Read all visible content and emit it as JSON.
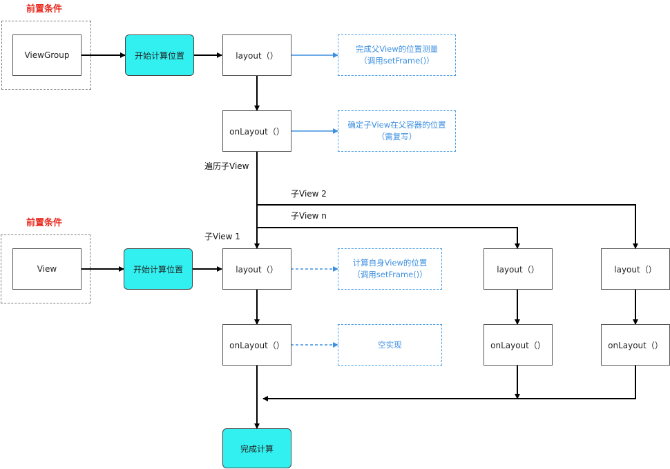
{
  "precondition_top": "前置条件",
  "precondition_bottom": "前置条件",
  "viewgroup": "ViewGroup",
  "view": "View",
  "start_calc_top": "开始计算位置",
  "start_calc_bottom": "开始计算位置",
  "layout_top": "layout（）",
  "onlayout_top": "onLayout（）",
  "note_parent_line1": "完成父View的位置测量",
  "note_parent_line2": "（调用setFrame()）",
  "note_child_line1": "确定子View在父容器的位置",
  "note_child_line2": "（需复写）",
  "traverse_label": "遍历子View",
  "child2_label": "子View 2",
  "childn_label": "子View n",
  "child1_label": "子View 1",
  "layout_child1": "layout（）",
  "onlayout_child1": "onLayout（）",
  "note_self_line1": "计算自身View的位置",
  "note_self_line2": "（调用setFrame()）",
  "note_empty": "空实现",
  "layout_childn": "layout（）",
  "onlayout_childn": "onLayout（）",
  "layout_child2": "layout（）",
  "onlayout_child2": "onLayout（）",
  "done": "完成计算",
  "colors": {
    "cyan": "#33f0f0",
    "note_blue": "#3d8fe0",
    "red": "#e8281e"
  }
}
